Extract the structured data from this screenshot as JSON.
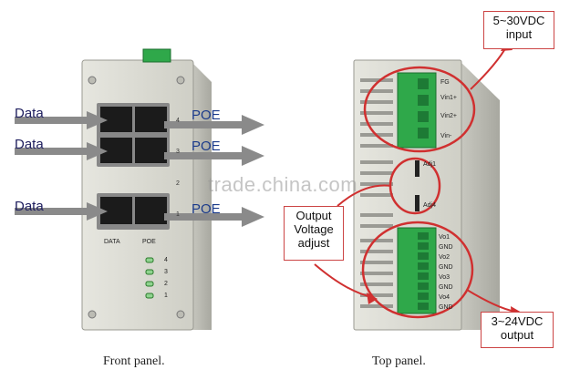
{
  "front_panel": {
    "data_labels": [
      "Data",
      "Data",
      "Data"
    ],
    "poe_labels": [
      "POE",
      "POE",
      "POE"
    ],
    "port_numbers": [
      "4",
      "3",
      "2",
      "1"
    ],
    "column_labels": {
      "data": "DATA",
      "poe": "POE"
    },
    "led_numbers": [
      "4",
      "3",
      "2",
      "1"
    ],
    "caption": "Front panel."
  },
  "top_panel": {
    "input_terminals": [
      "FG",
      "Vin1+",
      "Vin2+",
      "Vin-"
    ],
    "adjust_labels": [
      "Adj1",
      "Adj4"
    ],
    "output_terminals": [
      "Vo1",
      "GND",
      "Vo2",
      "GND",
      "Vo3",
      "GND",
      "Vo4",
      "GND"
    ],
    "caption": "Top panel."
  },
  "callouts": {
    "input": [
      "5~30VDC",
      "input"
    ],
    "adjust": [
      "Output",
      "Voltage",
      "adjust"
    ],
    "output": [
      "3~24VDC",
      "output"
    ]
  },
  "watermark": "trade.china.com",
  "colors": {
    "arrow": "#8a8a8a",
    "callout_line": "#d03030",
    "terminal_green": "#2fa84a",
    "panel": "#d8d8d0"
  }
}
